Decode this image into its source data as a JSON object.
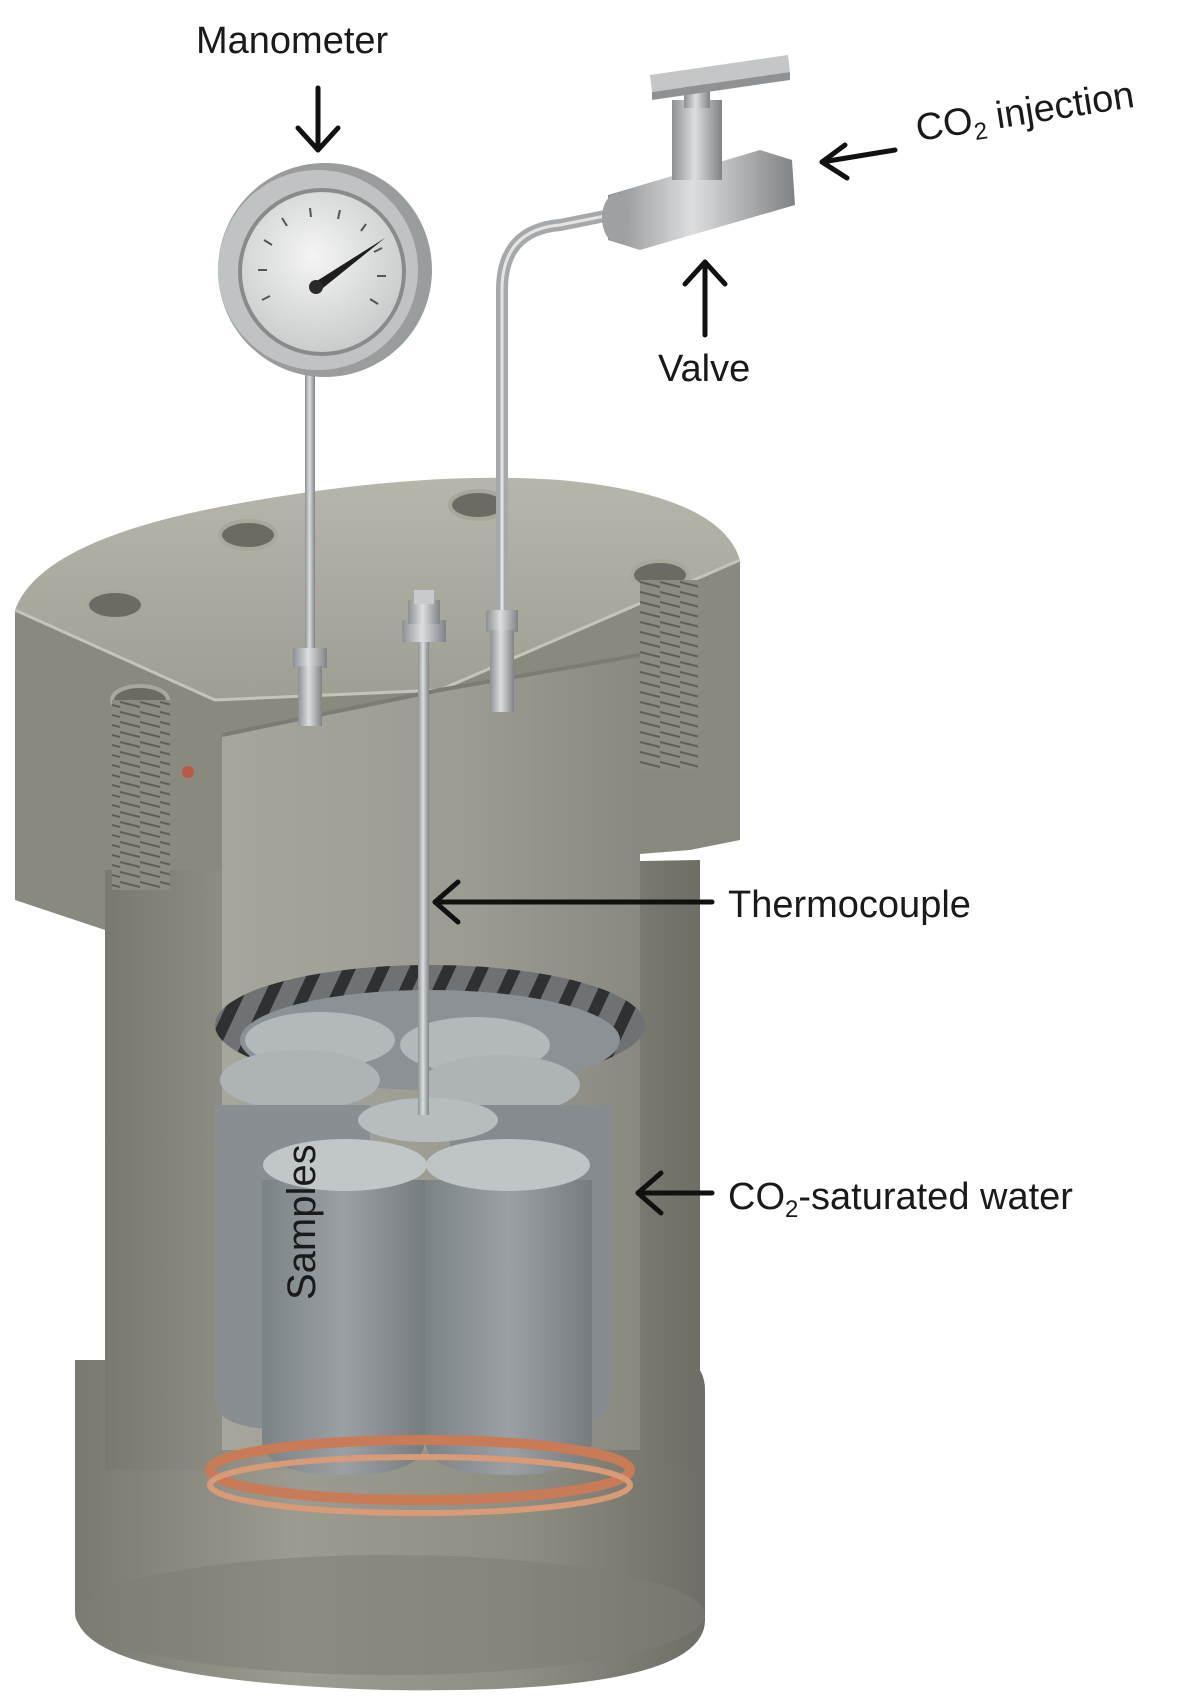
{
  "labels": {
    "manometer": "Manometer",
    "co2_injection_prefix": "CO",
    "co2_injection_sub": "2",
    "co2_injection_suffix": " injection",
    "valve": "Valve",
    "thermocouple": "Thermocouple",
    "water_prefix": "CO",
    "water_sub": "2",
    "water_suffix": "-saturated water",
    "samples": "Samples"
  },
  "colors": {
    "vessel_body": "#8f8e83",
    "vessel_light": "#a8a79c",
    "vessel_dark": "#6e6d64",
    "cavity": "#9d9c92",
    "steel": "#b9bcbe",
    "sample": "#8e9497",
    "copper": "#c97a56",
    "arrow": "#111111"
  }
}
